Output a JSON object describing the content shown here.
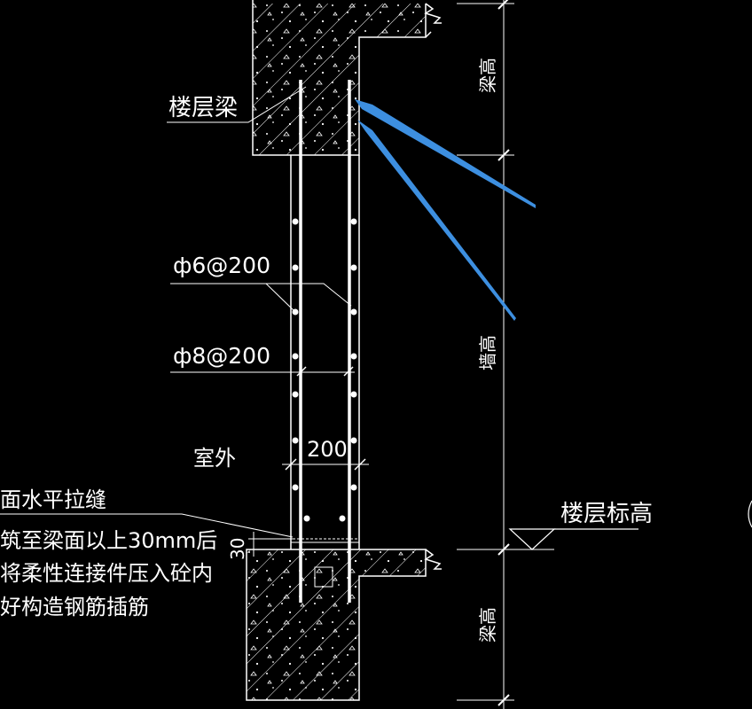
{
  "labels": {
    "floor_beam": "楼层梁",
    "rebar_upper": "ф6@200",
    "rebar_lower": "ф8@200",
    "exterior": "室外",
    "width_dim": "200",
    "gap_dim": "30",
    "beam_height_top": "梁高",
    "wall": "墙高",
    "beam_height_bottom": "梁高",
    "floor_level": "楼层标高",
    "note_line1": "面水平拉缝",
    "note_line2": "筑至梁面以上30mm后",
    "note_line3": "将柔性连接件压入砼内",
    "note_line4": "好构造钢筋插筋"
  },
  "colors": {
    "background": "#000000",
    "line": "#ffffff",
    "arrow": "#3d8fe0"
  }
}
